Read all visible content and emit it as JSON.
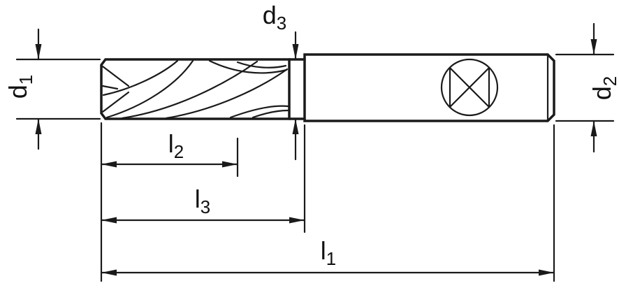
{
  "diagram": {
    "type": "technical-drawing",
    "subject": "end-mill-cutter-dimension-drawing",
    "colors": {
      "line": "#1a1a1a",
      "background": "#ffffff"
    },
    "icons": {
      "shank_marking": "crossed-circle"
    },
    "labels": {
      "d1": {
        "main": "d",
        "sub": "1"
      },
      "d2": {
        "main": "d",
        "sub": "2"
      },
      "d3": {
        "main": "d",
        "sub": "3"
      },
      "l1": {
        "main": "l",
        "sub": "1"
      },
      "l2": {
        "main": "l",
        "sub": "2"
      },
      "l3": {
        "main": "l",
        "sub": "3"
      }
    }
  }
}
